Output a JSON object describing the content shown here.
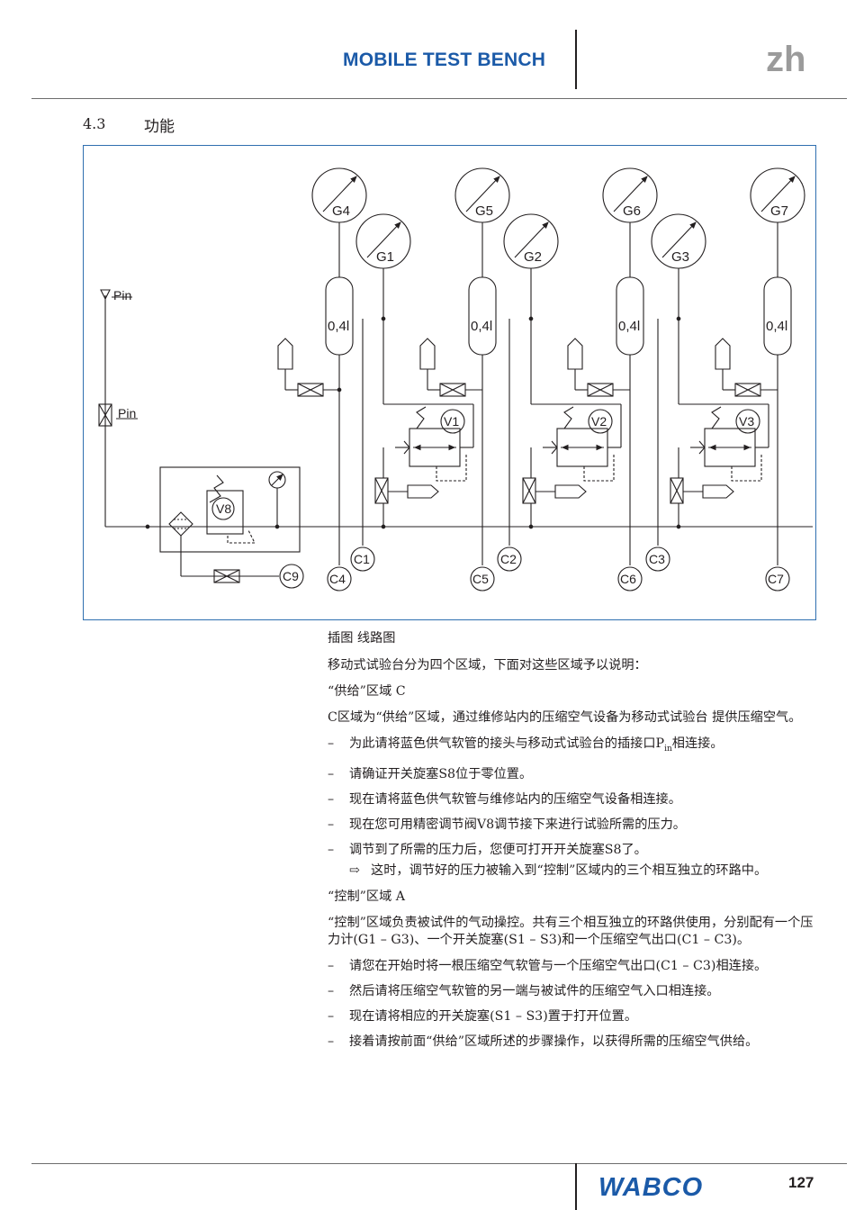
{
  "header": {
    "title": "MOBILE TEST BENCH",
    "lang": "zh"
  },
  "section": {
    "number": "4.3",
    "title": "功能"
  },
  "figure": {
    "caption": "插图 线路图",
    "labels": {
      "g4": "G4",
      "g5": "G5",
      "g6": "G6",
      "g7": "G7",
      "g1": "G1",
      "g2": "G2",
      "g3": "G3",
      "v1": "V1",
      "v2": "V2",
      "v3": "V3",
      "v8": "V8",
      "c1": "C1",
      "c2": "C2",
      "c3": "C3",
      "c4": "C4",
      "c5": "C5",
      "c6": "C6",
      "c7": "C7",
      "c9": "C9",
      "tank": "0,4l",
      "pin": "Pin"
    }
  },
  "body": {
    "intro": "移动式试验台分为四个区域，下面对这些区域予以说明：",
    "supply_heading": "“供给”区域 C",
    "supply_para": "C区域为“供给”区域，通过维修站内的压缩空气设备为移动式试验台 提供压缩空气。",
    "supply_b1_pre": "为此请将蓝色供气软管的接头与移动式试验台的插接口P",
    "supply_b1_sub": "in",
    "supply_b1_post": "相连接。",
    "supply_b2": "请确证开关旋塞S8位于零位置。",
    "supply_b3": "现在请将蓝色供气软管与维修站内的压缩空气设备相连接。",
    "supply_b4": "现在您可用精密调节阀V8调节接下来进行试验所需的压力。",
    "supply_b5": "调节到了所需的压力后，您便可打开开关旋塞S8了。",
    "supply_result": "这时，调节好的压力被输入到“控制”区域内的三个相互独立的环路中。",
    "control_heading": "“控制”区域 A",
    "control_para": "“控制”区域负责被试件的气动操控。共有三个相互独立的环路供使用，分别配有一个压力计(G1 – G3)、一个开关旋塞(S1 – S3)和一个压缩空气出口(C1 – C3)。",
    "control_b1": "请您在开始时将一根压缩空气软管与一个压缩空气出口(C1 – C3)相连接。",
    "control_b2": "然后请将压缩空气软管的另一端与被试件的压缩空气入口相连接。",
    "control_b3": "现在请将相应的开关旋塞(S1 – S3)置于打开位置。",
    "control_b4": "接着请按前面“供给”区域所述的步骤操作，以获得所需的压缩空气供给。",
    "dash": "–",
    "arrow": "⇨"
  },
  "footer": {
    "logo": "WABCO",
    "page": "127"
  }
}
